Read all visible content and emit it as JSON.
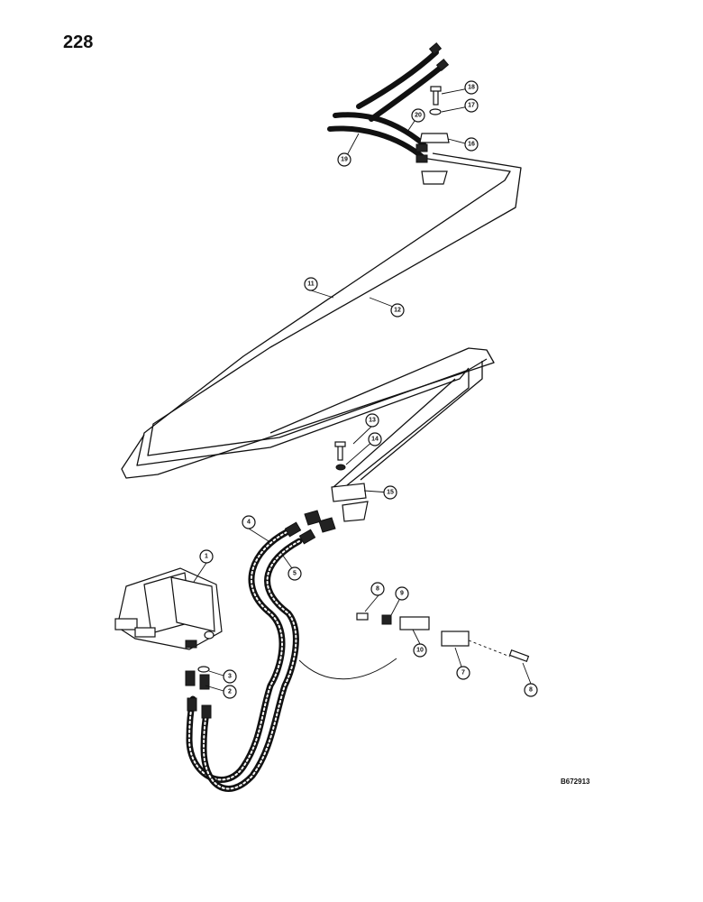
{
  "page": {
    "number": "228",
    "figure_code": "B672913"
  },
  "callouts": [
    {
      "id": "c1",
      "label": "1"
    },
    {
      "id": "c2",
      "label": "2"
    },
    {
      "id": "c3",
      "label": "3"
    },
    {
      "id": "c4",
      "label": "4"
    },
    {
      "id": "c5",
      "label": "5"
    },
    {
      "id": "c7",
      "label": "7"
    },
    {
      "id": "c8",
      "label": "8"
    },
    {
      "id": "c8b",
      "label": "8"
    },
    {
      "id": "c9",
      "label": "9"
    },
    {
      "id": "c10",
      "label": "10"
    },
    {
      "id": "c11",
      "label": "11"
    },
    {
      "id": "c12",
      "label": "12"
    },
    {
      "id": "c13",
      "label": "13"
    },
    {
      "id": "c14",
      "label": "14"
    },
    {
      "id": "c15",
      "label": "15"
    },
    {
      "id": "c16",
      "label": "16"
    },
    {
      "id": "c17",
      "label": "17"
    },
    {
      "id": "c18",
      "label": "18"
    },
    {
      "id": "c19",
      "label": "19"
    },
    {
      "id": "c20",
      "label": "20"
    }
  ]
}
